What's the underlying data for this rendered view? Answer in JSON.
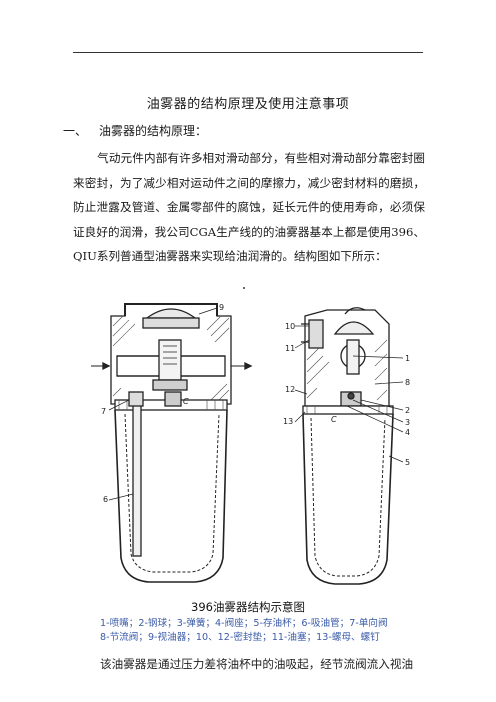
{
  "header": {
    "rule": true
  },
  "doc": {
    "title": "油雾器的结构原理及使用注意事项",
    "section_num": "一、",
    "section_title": "油雾器的结构原理：",
    "paragraph": "气动元件内部有许多相对滑动部分，有些相对滑动部分靠密封圈来密封，为了减少相对运动件之间的摩擦力，减少密封材料的磨损，防止泄露及管道、金属零部件的腐蚀，延长元件的使用寿命，必须保证良好的润滑，我公司CGA生产线的的油雾器基本上都是使用396、QIU系列普通型油雾器来实现给油润滑的。结构图如下所示：",
    "last_line": "该油雾器是通过压力差将油杯中的油吸起，经节流阀流入视油"
  },
  "figure": {
    "caption": "396油雾器结构示意图",
    "legend_line1": "1-喷嘴；2-钢球；3-弹簧；4-阀座；5-存油杯；6-吸油管；7-单向阀",
    "legend_line2": "8-节流阀；9-视油器；10、12-密封垫；11-油塞；13-螺母、螺钉",
    "left_callouts": [
      "9",
      "7",
      "C",
      "6"
    ],
    "right_callouts": [
      "10",
      "11",
      "12",
      "13",
      "1",
      "8",
      "2",
      "3",
      "4",
      "5",
      "C"
    ]
  }
}
